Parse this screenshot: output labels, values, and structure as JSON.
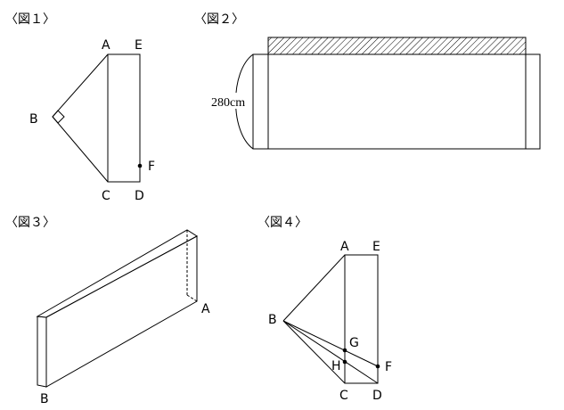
{
  "figures": {
    "fig1": {
      "title": "〈図１〉",
      "labels": {
        "a": "A",
        "e": "E",
        "b": "B",
        "f": "F",
        "c": "C",
        "d": "D"
      }
    },
    "fig2": {
      "title": "〈図２〉",
      "dimension": "280cm"
    },
    "fig3": {
      "title": "〈図３〉",
      "labels": {
        "a": "A",
        "b": "B"
      }
    },
    "fig4": {
      "title": "〈図４〉",
      "labels": {
        "a": "A",
        "e": "E",
        "b": "B",
        "g": "G",
        "h": "H",
        "f": "F",
        "c": "C",
        "d": "D"
      }
    }
  }
}
